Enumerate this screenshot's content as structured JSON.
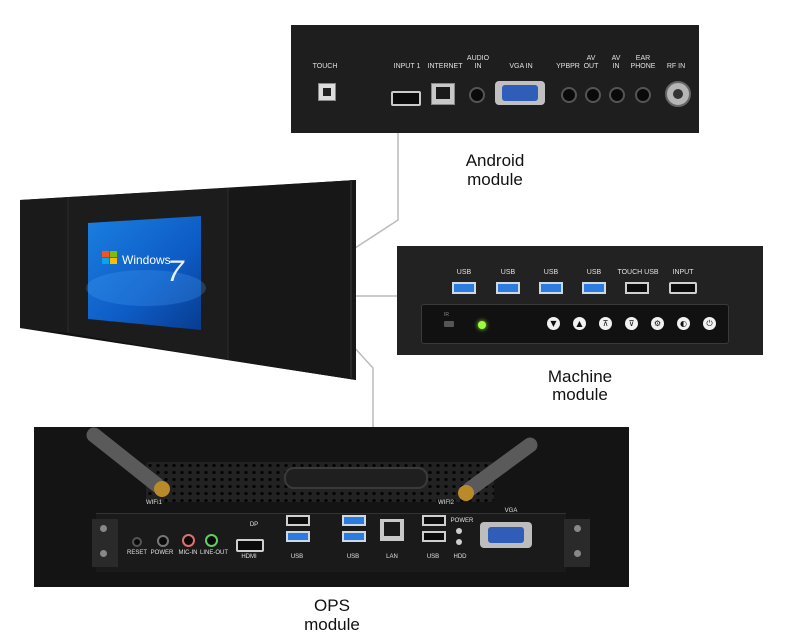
{
  "android": {
    "caption_line1": "Android",
    "caption_line2": "module",
    "ports": {
      "touch": "TOUCH",
      "input1": "INPUT 1",
      "internet": "INTERNET",
      "audio_in_1": "AUDIO",
      "audio_in_2": "IN",
      "vga_in": "VGA IN",
      "ypbpr": "YPBPR",
      "av_out_1": "AV",
      "av_out_2": "OUT",
      "av_in_1": "AV",
      "av_in_2": "IN",
      "earphone_1": "EAR",
      "earphone_2": "PHONE",
      "rf_in": "RF IN"
    }
  },
  "machine": {
    "caption_line1": "Machine",
    "caption_line2": "module",
    "ports": [
      "USB",
      "USB",
      "USB",
      "USB",
      "TOUCH USB",
      "INPUT"
    ],
    "ir_label": "IR",
    "buttons": [
      "▼",
      "▲",
      "⊼",
      "⊽",
      "⚙",
      "◐",
      "⏻"
    ]
  },
  "ops": {
    "caption_line1": "OPS",
    "caption_line2": "module",
    "labels": {
      "wifi1": "WIFI1",
      "wifi2": "WIFI2",
      "vga": "VGA",
      "dp": "DP",
      "reset": "RESET",
      "power": "POWER",
      "mic_in": "MIC-IN",
      "line_out": "LINE-OUT",
      "hdmi": "HDMI",
      "usb_a": "USB",
      "usb_b": "USB",
      "lan": "LAN",
      "usb_c": "USB",
      "power_led": "POWER",
      "hdd": "HDD"
    }
  },
  "screen": {
    "os_text": "Windows",
    "os_version": "7"
  },
  "colors": {
    "panel": "#1c1c1c",
    "usb3_blue": "#2b7be0",
    "vga_blue": "#2f5db8",
    "led_green": "#9bff3a"
  }
}
